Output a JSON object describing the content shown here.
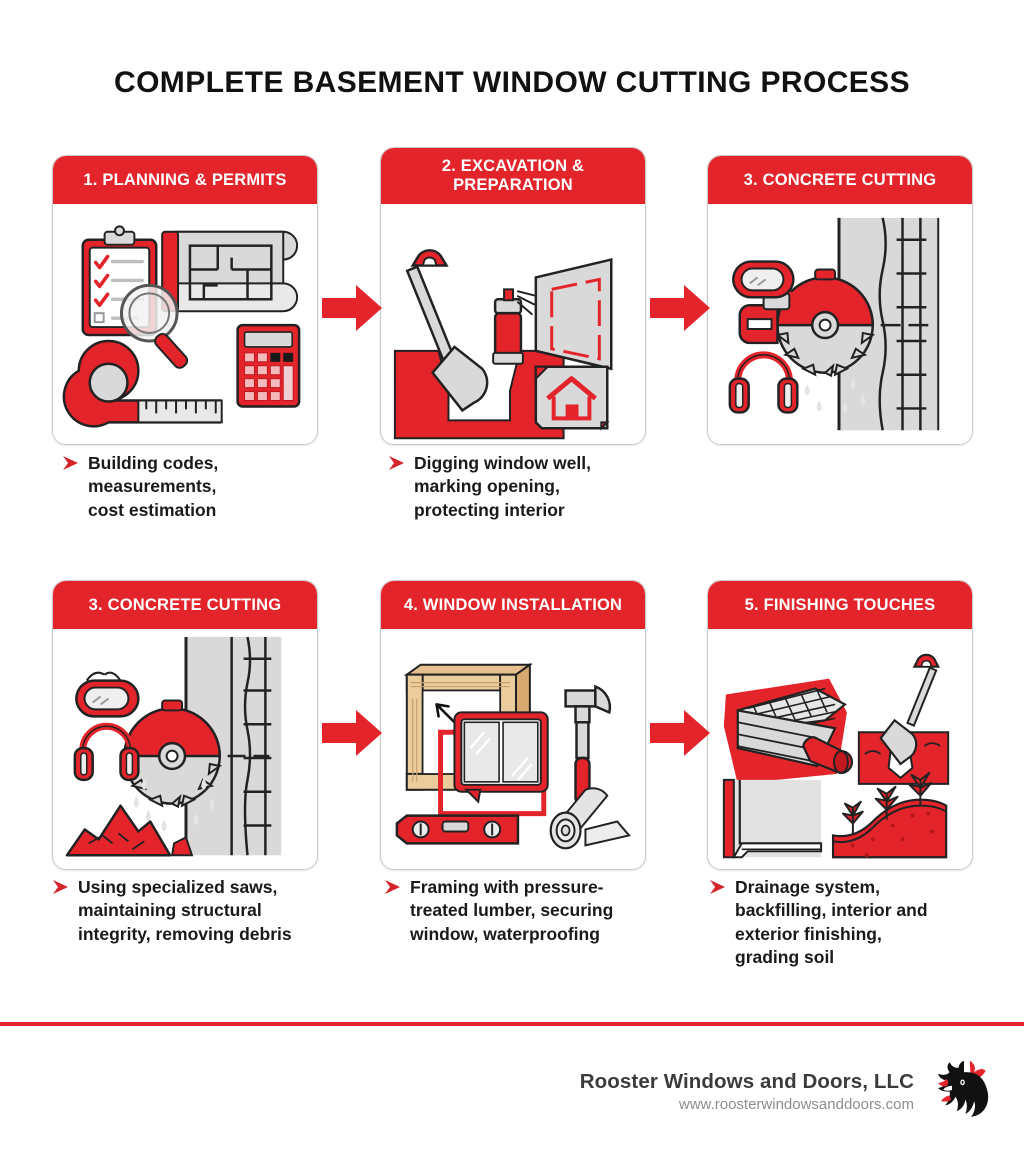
{
  "title": "COMPLETE BASEMENT WINDOW CUTTING PROCESS",
  "colors": {
    "brand_red": "#E4242B",
    "dark_text": "#1a1a1a",
    "gray_fill": "#D9D9D9",
    "card_border": "#c9c9c9",
    "footer_name": "#3b3b3b",
    "footer_url": "#8d8d8d"
  },
  "steps": [
    {
      "id": "planning-permits",
      "header": "1. PLANNING & PERMITS",
      "caption": "Building codes,\nmeasurements,\ncost estimation",
      "icons": [
        "clipboard-checklist-icon",
        "blueprint-icon",
        "magnifying-glass-icon",
        "tape-measure-icon",
        "calculator-icon"
      ]
    },
    {
      "id": "excavation-preparation",
      "header": "2. EXCAVATION & PREPARATION",
      "caption": "Digging window well,\nmarking opening,\nprotecting interior",
      "icons": [
        "shovel-icon",
        "spray-can-icon",
        "marked-wall-icon",
        "house-document-icon"
      ]
    },
    {
      "id": "concrete-cutting-top",
      "header": "3. CONCRETE CUTTING",
      "caption": "",
      "icons": [
        "safety-goggles-icon",
        "ear-protection-icon",
        "circular-saw-icon",
        "rebar-wall-icon",
        "water-spray-icon"
      ]
    },
    {
      "id": "concrete-cutting-bottom",
      "header": "3. CONCRETE CUTTING",
      "caption": "Using specialized saws,\nmaintaining structural\nintegrity, removing debris",
      "icons": [
        "safety-goggles-icon",
        "ear-protection-icon",
        "circular-saw-icon",
        "rebar-wall-icon",
        "debris-pile-icon",
        "water-spray-icon"
      ]
    },
    {
      "id": "window-installation",
      "header": "4. WINDOW INSTALLATION",
      "caption": "Framing with pressure-\ntreated lumber, securing\nwindow, waterproofing",
      "icons": [
        "lumber-frame-icon",
        "window-unit-icon",
        "hammer-icon",
        "spirit-level-icon",
        "waterproofing-roll-icon"
      ]
    },
    {
      "id": "finishing-touches",
      "header": "5. FINISHING TOUCHES",
      "caption": "Drainage system,\nbackfilling, interior and\nexterior finishing,\ngrading soil",
      "icons": [
        "window-well-grate-icon",
        "drain-pipe-icon",
        "shovel-backfill-icon",
        "interior-trim-icon",
        "graded-soil-plants-icon"
      ]
    }
  ],
  "footer": {
    "company": "Rooster Windows and Doors, LLC",
    "website": "www.roosterwindowsanddoors.com",
    "logo": "rooster-head-logo"
  }
}
